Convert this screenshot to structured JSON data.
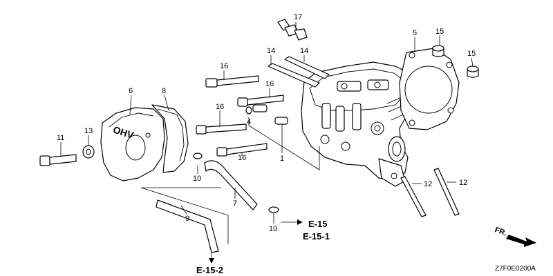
{
  "diagram": {
    "callouts": {
      "p1": "1",
      "p4": "4",
      "p5": "5",
      "p6": "6",
      "p7": "7",
      "p8": "8",
      "p9": "9",
      "p10a": "10",
      "p10b": "10",
      "p11": "11",
      "p12a": "12",
      "p12b": "12",
      "p13": "13",
      "p14a": "14",
      "p14b": "14",
      "p15a": "15",
      "p15b": "15",
      "p16a": "16",
      "p16b": "16",
      "p16c": "16",
      "p16d": "16",
      "p17": "17"
    },
    "references": {
      "e15": "E-15",
      "e151": "E-15-1",
      "e152": "E-15-2"
    },
    "front_label": "FR.",
    "cover_embossing": "OHV",
    "drawing_code": "Z7F0E0200A"
  }
}
